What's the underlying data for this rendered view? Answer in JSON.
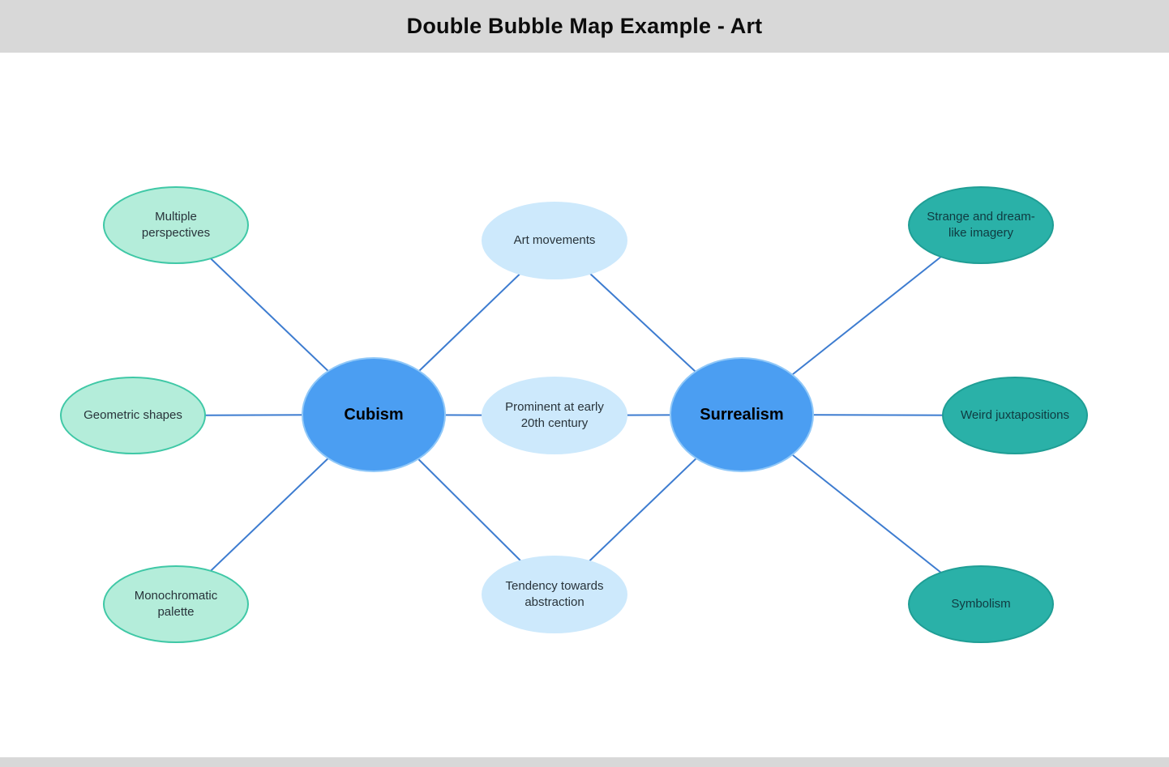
{
  "header": {
    "title": "Double Bubble Map Example - Art"
  },
  "diagram": {
    "left_center": {
      "label": "Cubism"
    },
    "right_center": {
      "label": "Surrealism"
    },
    "shared": [
      {
        "label": "Art movements"
      },
      {
        "label": "Prominent at early 20th century"
      },
      {
        "label": "Tendency towards abstraction"
      }
    ],
    "left_unique": [
      {
        "label": "Multiple perspectives"
      },
      {
        "label": "Geometric shapes"
      },
      {
        "label": "Monochromatic palette"
      }
    ],
    "right_unique": [
      {
        "label": "Strange and dream-like imagery"
      },
      {
        "label": "Weird juxtapositions"
      },
      {
        "label": "Symbolism"
      }
    ],
    "colors": {
      "header_bg": "#d8d8d8",
      "center_fill": "#4b9ef2",
      "center_stroke": "#90c8f8",
      "shared_fill": "#cde9fc",
      "left_fill": "#b4edda",
      "left_stroke": "#3fc8a6",
      "right_fill": "#2ab1a8",
      "right_stroke": "#1f9e95",
      "connector": "#3d7cd0"
    }
  }
}
